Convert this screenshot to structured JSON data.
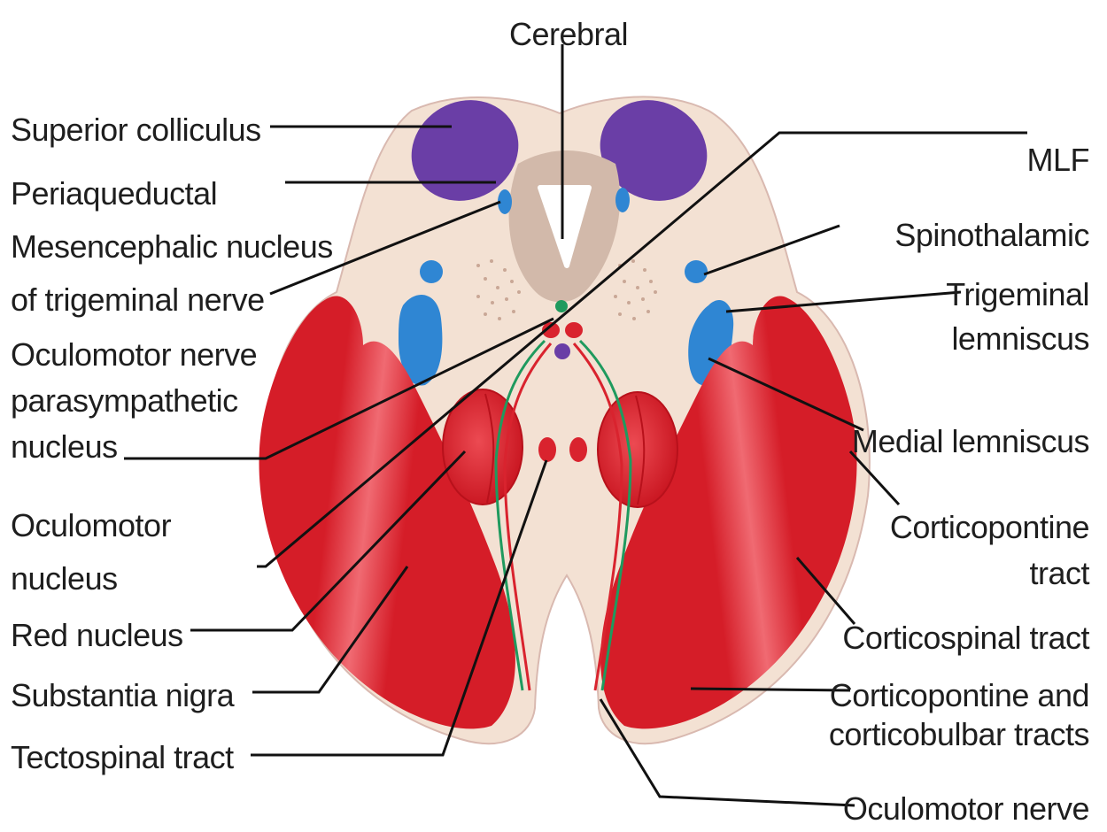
{
  "title": "Cerebral",
  "labels_left": [
    {
      "key": "superior_colliculus",
      "lines": [
        "Superior colliculus"
      ]
    },
    {
      "key": "periaqueductal",
      "lines": [
        "Periaqueductal"
      ]
    },
    {
      "key": "mesencephalic",
      "lines": [
        "Mesencephalic nucleus",
        "of trigeminal nerve"
      ]
    },
    {
      "key": "oculomotor_parasympathetic",
      "lines": [
        "Oculomotor nerve",
        "parasympathetic",
        "nucleus"
      ]
    },
    {
      "key": "oculomotor_nucleus",
      "lines": [
        "Oculomotor",
        "nucleus"
      ]
    },
    {
      "key": "red_nucleus",
      "lines": [
        "Red nucleus"
      ]
    },
    {
      "key": "substantia_nigra",
      "lines": [
        "Substantia nigra"
      ]
    },
    {
      "key": "tectospinal",
      "lines": [
        "Tectospinal tract"
      ]
    }
  ],
  "labels_right": [
    {
      "key": "mlf",
      "lines": [
        "MLF"
      ]
    },
    {
      "key": "spinothalamic",
      "lines": [
        "Spinothalamic"
      ]
    },
    {
      "key": "trigeminal_lemniscus",
      "lines": [
        "Trigeminal",
        "lemniscus"
      ]
    },
    {
      "key": "medial_lemniscus",
      "lines": [
        "Medial lemniscus"
      ]
    },
    {
      "key": "corticopontine",
      "lines": [
        "Corticopontine",
        "tract"
      ]
    },
    {
      "key": "corticospinal",
      "lines": [
        "Corticospinal tract"
      ]
    },
    {
      "key": "corticopontine_bulbar",
      "lines": [
        "Corticopontine and",
        "corticobulbar tracts"
      ]
    },
    {
      "key": "oculomotor_nerve",
      "lines": [
        "Oculomotor nerve"
      ]
    }
  ],
  "colors": {
    "tissue": "#f3e1d3",
    "outline": "#d9b9b0",
    "aqueduct_gray": "#d2b9aa",
    "colliculus": "#6a3ea6",
    "blue_nuclei": "#2f86d3",
    "red_tract": "#d9232e",
    "red_light": "#ee5f66",
    "line": "#111111",
    "green_fiber": "#1f9a5e"
  }
}
